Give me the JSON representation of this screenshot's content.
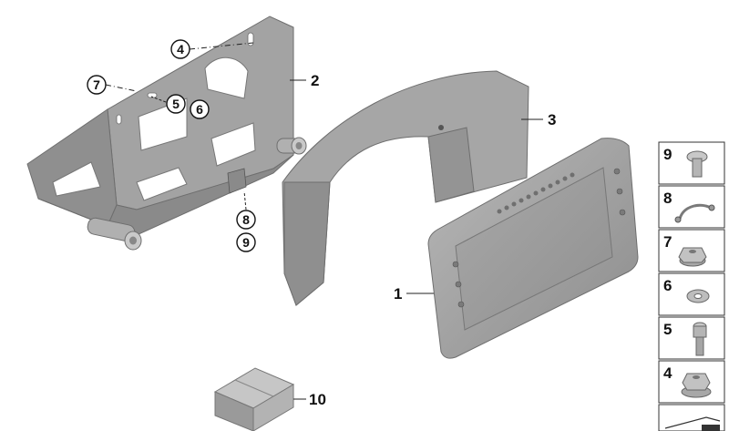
{
  "callouts": {
    "c1": "1",
    "c2": "2",
    "c3": "3",
    "c4": "4",
    "c5": "5",
    "c6": "6",
    "c7": "7",
    "c8": "8",
    "c9": "9",
    "c10": "10"
  },
  "legend": {
    "items": [
      {
        "num": "9",
        "icon": "rivet-icon"
      },
      {
        "num": "8",
        "icon": "cable-clip-icon"
      },
      {
        "num": "7",
        "icon": "hex-nut-icon"
      },
      {
        "num": "6",
        "icon": "washer-icon"
      },
      {
        "num": "5",
        "icon": "hex-socket-screw-icon"
      },
      {
        "num": "4",
        "icon": "flange-nut-icon"
      }
    ]
  },
  "colors": {
    "part_gray": "#9e9e9e",
    "part_dark": "#7d7d7d",
    "part_light": "#c4c4c4",
    "line": "#222222"
  }
}
